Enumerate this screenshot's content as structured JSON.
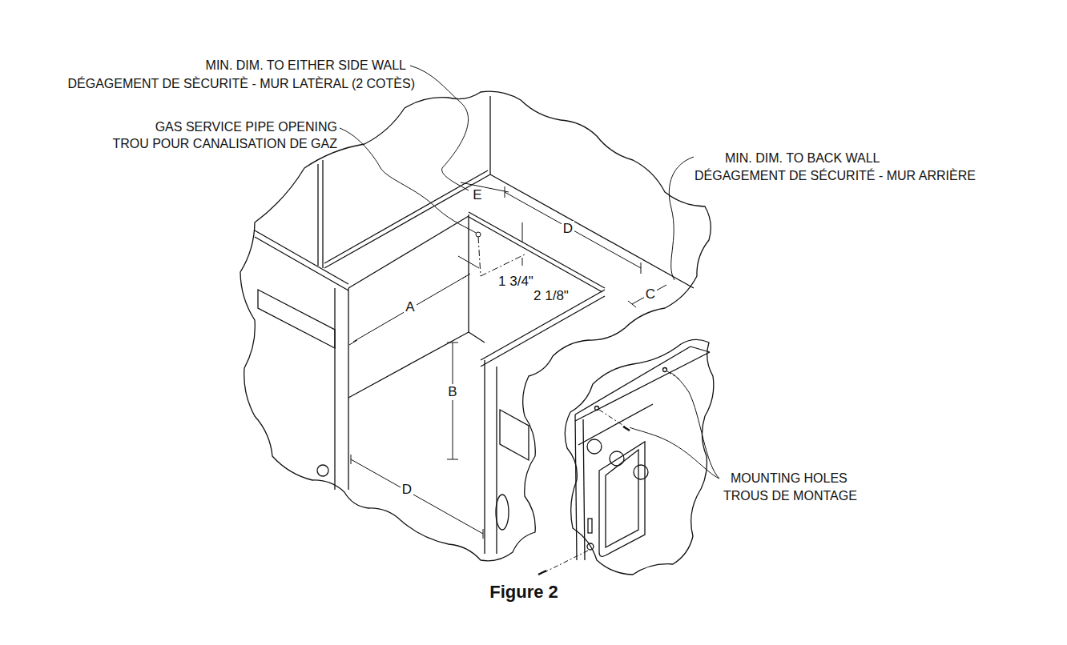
{
  "diagram": {
    "caption": "Figure 2",
    "labels": [
      "MIN. DIM. TO EITHER SIDE WALL",
      "DÉGAGEMENT DE SÈCURITÈ - MUR LATÈRAL (2 COTÈS)",
      "GAS SERVICE PIPE OPENING",
      "TROU POUR CANALISATION DE GAZ",
      "MIN. DIM. TO BACK WALL",
      "DÉGAGEMENT DE SÉCURITÉ - MUR ARRIÈRE",
      "E",
      "D",
      "C",
      "A",
      "1 3/4\"",
      "2 1/8\"",
      "B",
      "D",
      "MOUNTING HOLES",
      "TROUS DE MONTAGE"
    ]
  }
}
